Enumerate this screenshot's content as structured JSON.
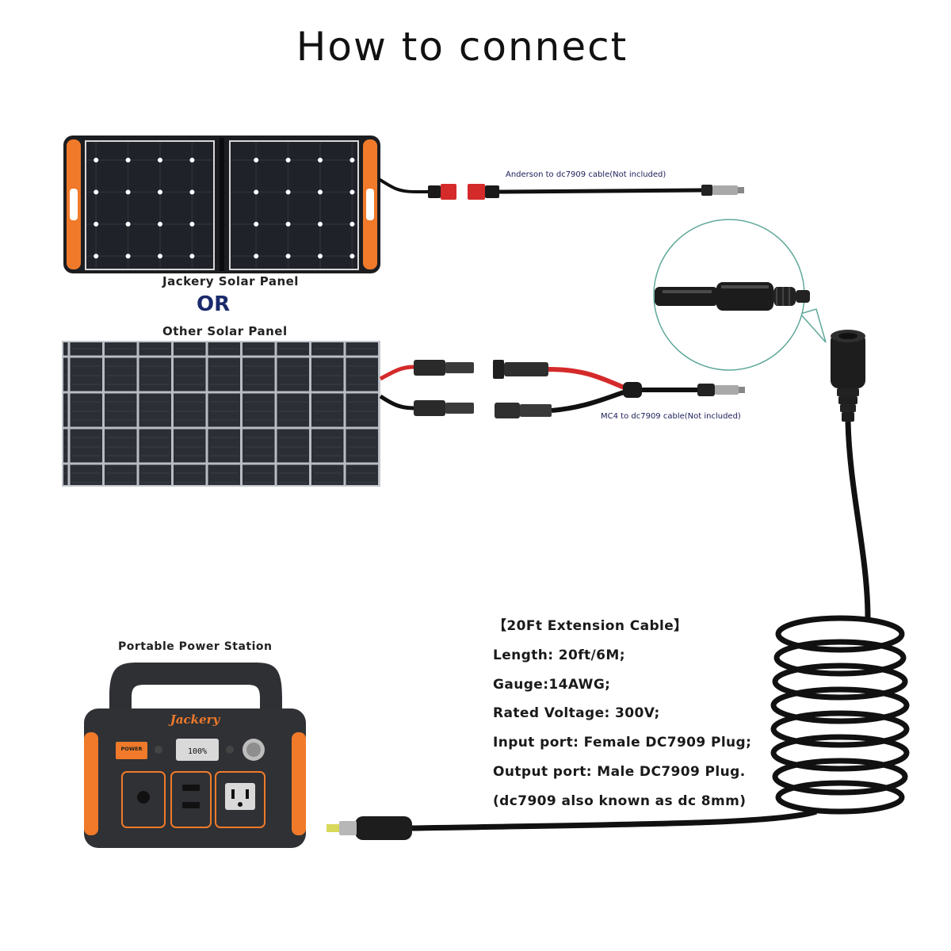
{
  "title": "How to connect",
  "labels": {
    "jackery_panel": "Jackery Solar Panel",
    "or": "OR",
    "other_panel": "Other Solar Panel",
    "anderson_cable": "Anderson to dc7909 cable(Not included)",
    "mc4_cable": "MC4 to dc7909 cable(Not included)",
    "power_station": "Portable Power Station"
  },
  "power_station": {
    "brand": "Jackery",
    "screen_readout": "100%",
    "button_label": "POWER"
  },
  "spec": {
    "heading": "【20Ft Extension Cable】",
    "lines": [
      "Length: 20ft/6M;",
      "Gauge:14AWG;",
      "Rated Voltage: 300V;",
      "Input port: Female DC7909 Plug;",
      "Output port: Male DC7909 Plug.",
      "(dc7909 also known as dc 8mm)"
    ]
  },
  "colors": {
    "accent_orange": "#f07a2a",
    "panel_cell": "#1f2228",
    "cable_red": "#d42a2a",
    "cable_black": "#111111",
    "or_blue": "#1a2a6c"
  },
  "icons": [
    "solar-panel-icon",
    "connector-icon",
    "zoom-callout-icon",
    "power-station-icon",
    "coiled-cable-icon"
  ]
}
